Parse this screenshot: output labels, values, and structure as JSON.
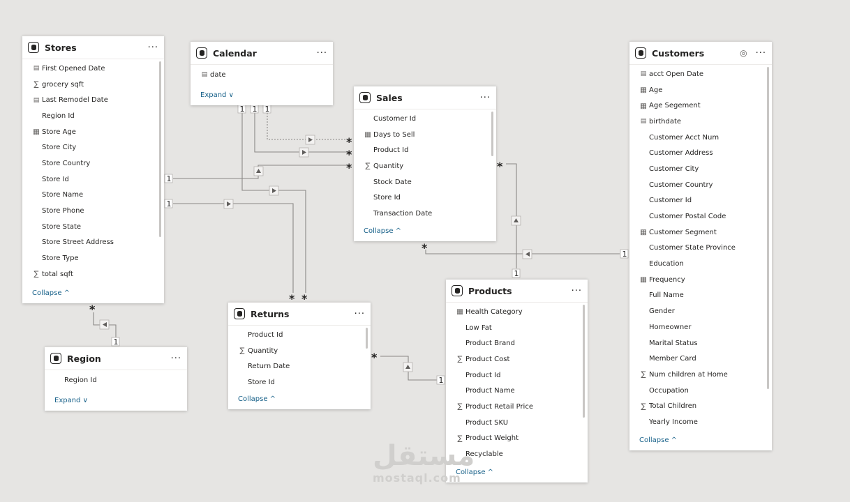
{
  "tables": {
    "stores": {
      "title": "Stores",
      "fields": [
        {
          "icon": "calendar-icon",
          "label": "First Opened Date"
        },
        {
          "icon": "sigma-icon",
          "label": "grocery sqft"
        },
        {
          "icon": "calendar-icon",
          "label": "Last Remodel Date"
        },
        {
          "icon": "",
          "label": "Region Id"
        },
        {
          "icon": "calculated-column-icon",
          "label": "Store Age"
        },
        {
          "icon": "",
          "label": "Store City"
        },
        {
          "icon": "",
          "label": "Store Country"
        },
        {
          "icon": "",
          "label": "Store Id"
        },
        {
          "icon": "",
          "label": "Store Name"
        },
        {
          "icon": "",
          "label": "Store Phone"
        },
        {
          "icon": "",
          "label": "Store State"
        },
        {
          "icon": "",
          "label": "Store Street Address"
        },
        {
          "icon": "",
          "label": "Store Type"
        },
        {
          "icon": "sigma-icon",
          "label": "total sqft"
        }
      ],
      "footer": "Collapse ^"
    },
    "calendar": {
      "title": "Calendar",
      "fields": [
        {
          "icon": "calendar-icon",
          "label": "date"
        }
      ],
      "footer": "Expand ∨"
    },
    "sales": {
      "title": "Sales",
      "fields": [
        {
          "icon": "",
          "label": "Customer Id"
        },
        {
          "icon": "calculated-column-icon",
          "label": "Days to Sell"
        },
        {
          "icon": "",
          "label": "Product Id"
        },
        {
          "icon": "sigma-icon",
          "label": "Quantity"
        },
        {
          "icon": "",
          "label": "Stock Date"
        },
        {
          "icon": "",
          "label": "Store Id"
        },
        {
          "icon": "",
          "label": "Transaction Date"
        }
      ],
      "footer": "Collapse ^"
    },
    "customers": {
      "title": "Customers",
      "fields": [
        {
          "icon": "calendar-icon",
          "label": "acct Open Date"
        },
        {
          "icon": "calculated-column-icon",
          "label": "Age"
        },
        {
          "icon": "calculated-column-icon",
          "label": "Age Segement"
        },
        {
          "icon": "calendar-icon",
          "label": "birthdate"
        },
        {
          "icon": "",
          "label": "Customer Acct Num"
        },
        {
          "icon": "",
          "label": "Customer Address"
        },
        {
          "icon": "",
          "label": "Customer City"
        },
        {
          "icon": "",
          "label": "Customer Country"
        },
        {
          "icon": "",
          "label": "Customer Id"
        },
        {
          "icon": "",
          "label": "Customer Postal Code"
        },
        {
          "icon": "calculated-column-icon",
          "label": "Customer Segment"
        },
        {
          "icon": "",
          "label": "Customer State Province"
        },
        {
          "icon": "",
          "label": "Education"
        },
        {
          "icon": "calculated-column-icon",
          "label": "Frequency"
        },
        {
          "icon": "",
          "label": "Full Name"
        },
        {
          "icon": "",
          "label": "Gender"
        },
        {
          "icon": "",
          "label": "Homeowner"
        },
        {
          "icon": "",
          "label": "Marital Status"
        },
        {
          "icon": "",
          "label": "Member Card"
        },
        {
          "icon": "sigma-icon",
          "label": "Num children at Home"
        },
        {
          "icon": "",
          "label": "Occupation"
        },
        {
          "icon": "sigma-icon",
          "label": "Total Children"
        },
        {
          "icon": "",
          "label": "Yearly Income"
        }
      ],
      "footer": "Collapse ^"
    },
    "returns": {
      "title": "Returns",
      "fields": [
        {
          "icon": "",
          "label": "Product Id"
        },
        {
          "icon": "sigma-icon",
          "label": "Quantity"
        },
        {
          "icon": "",
          "label": "Return Date"
        },
        {
          "icon": "",
          "label": "Store Id"
        }
      ],
      "footer": "Collapse ^"
    },
    "products": {
      "title": "Products",
      "fields": [
        {
          "icon": "calculated-column-icon",
          "label": "Health Category"
        },
        {
          "icon": "",
          "label": "Low Fat"
        },
        {
          "icon": "",
          "label": "Product Brand"
        },
        {
          "icon": "sigma-icon",
          "label": "Product Cost"
        },
        {
          "icon": "",
          "label": "Product Id"
        },
        {
          "icon": "",
          "label": "Product Name"
        },
        {
          "icon": "sigma-icon",
          "label": "Product Retail Price"
        },
        {
          "icon": "",
          "label": "Product SKU"
        },
        {
          "icon": "sigma-icon",
          "label": "Product Weight"
        },
        {
          "icon": "",
          "label": "Recyclable"
        }
      ],
      "footer": "Collapse ^"
    },
    "region": {
      "title": "Region",
      "fields": [
        {
          "icon": "",
          "label": "Region Id"
        }
      ],
      "footer": "Expand ∨"
    }
  },
  "menu_glyph": "···",
  "cardinality": {
    "one": "1",
    "many": "*"
  },
  "watermark": {
    "arabic": "مستقل",
    "latin": "mostaql.com"
  },
  "colors": {
    "canvas": "#e6e5e3",
    "link": "#19628a",
    "line": "#8a8886"
  }
}
